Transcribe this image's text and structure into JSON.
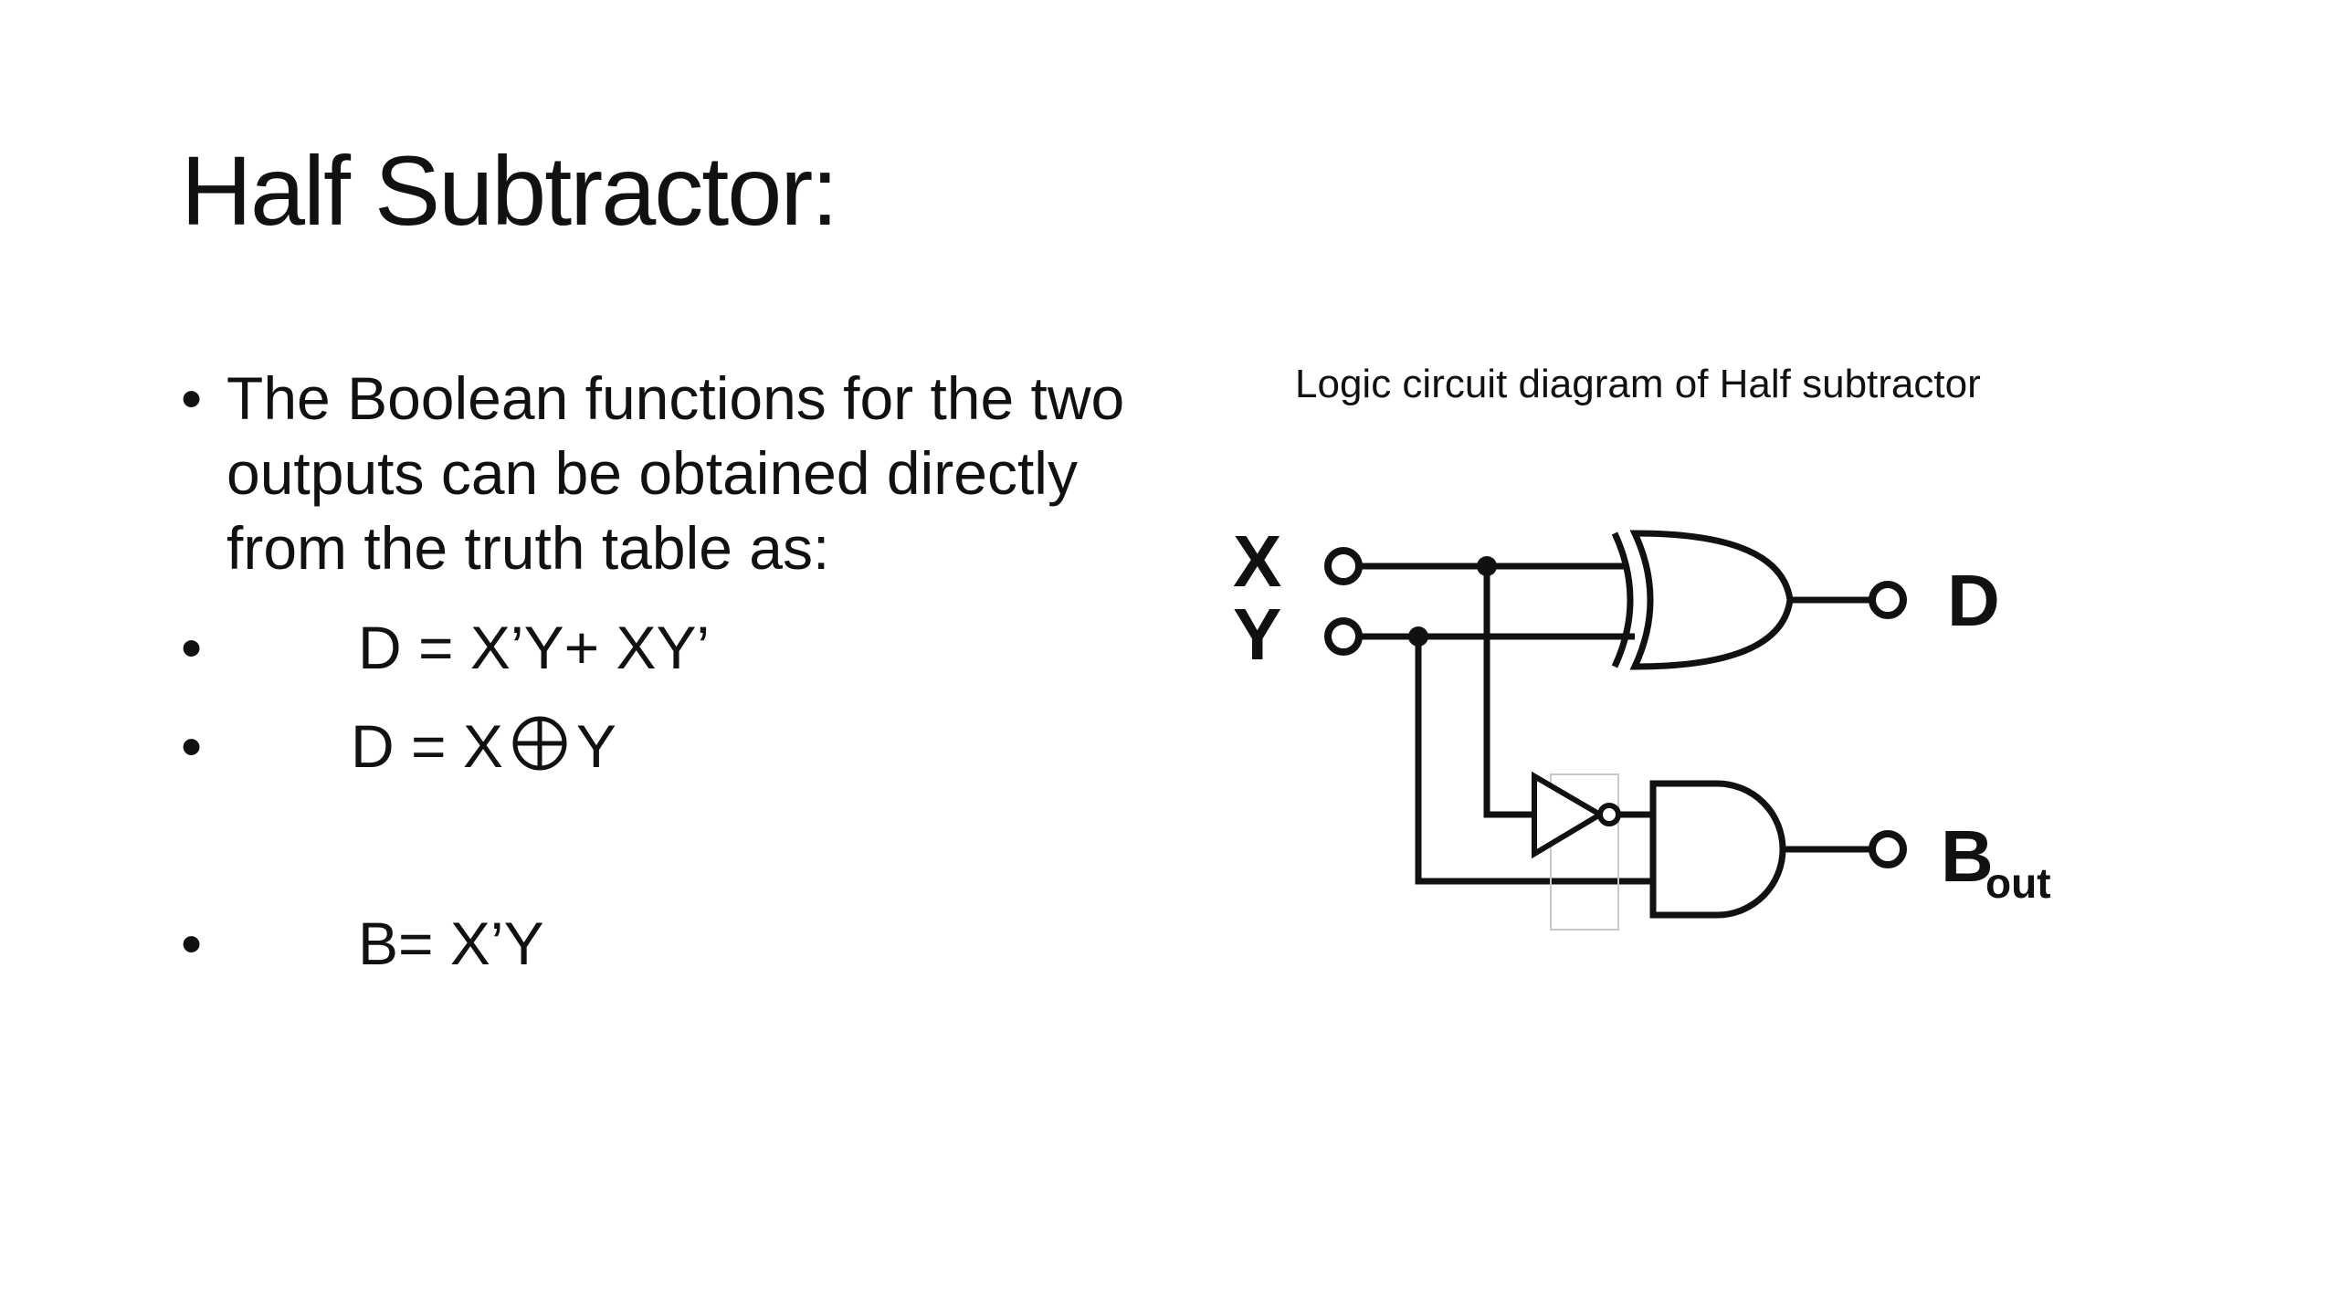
{
  "slide": {
    "title": "Half Subtractor:",
    "bullets": [
      {
        "text": "The Boolean functions for the two outputs can be obtained directly from the truth table as:"
      },
      {
        "text": "D = X’Y+ XY’"
      },
      {
        "eq_left": "D = X",
        "eq_right": "Y",
        "operator_icon": "xor-circle-plus-icon"
      },
      {
        "text": "B=  X’Y"
      }
    ],
    "bullet_char": "•"
  },
  "diagram": {
    "caption": "Logic circuit diagram of Half subtractor",
    "inputs": {
      "x": "X",
      "y": "Y"
    },
    "outputs": {
      "d": "D",
      "b_main": "B",
      "b_sub": "out"
    },
    "gates": [
      "xor-gate-icon",
      "not-gate-icon",
      "and-gate-icon"
    ]
  }
}
